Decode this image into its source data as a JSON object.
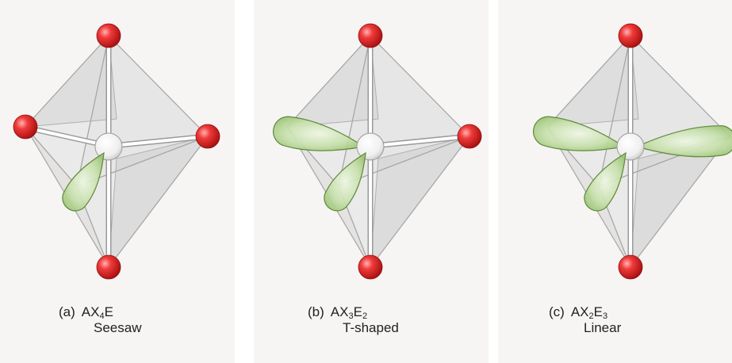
{
  "panels": [
    {
      "letter": "(a)",
      "formula": {
        "a": "AX",
        "x_count": "4",
        "e": "E",
        "e_count": ""
      },
      "shape": "Seesaw",
      "equatorial_lone_pairs": [
        "front"
      ]
    },
    {
      "letter": "(b)",
      "formula": {
        "a": "AX",
        "x_count": "3",
        "e": "E",
        "e_count": "2"
      },
      "shape": "T-shaped",
      "equatorial_lone_pairs": [
        "front",
        "left"
      ]
    },
    {
      "letter": "(c)",
      "formula": {
        "a": "AX",
        "x_count": "2",
        "e": "E",
        "e_count": "3"
      },
      "shape": "Linear",
      "equatorial_lone_pairs": [
        "front",
        "left",
        "right"
      ]
    }
  ],
  "colors": {
    "atom_red": "#e02a2a",
    "lone_pair_green": "#b8d79a",
    "lone_pair_outline": "#5f8a3a",
    "center_atom": "#f4f4f4",
    "face_gray": "#c8c8c8",
    "panel_background": "#f6f5f4"
  }
}
